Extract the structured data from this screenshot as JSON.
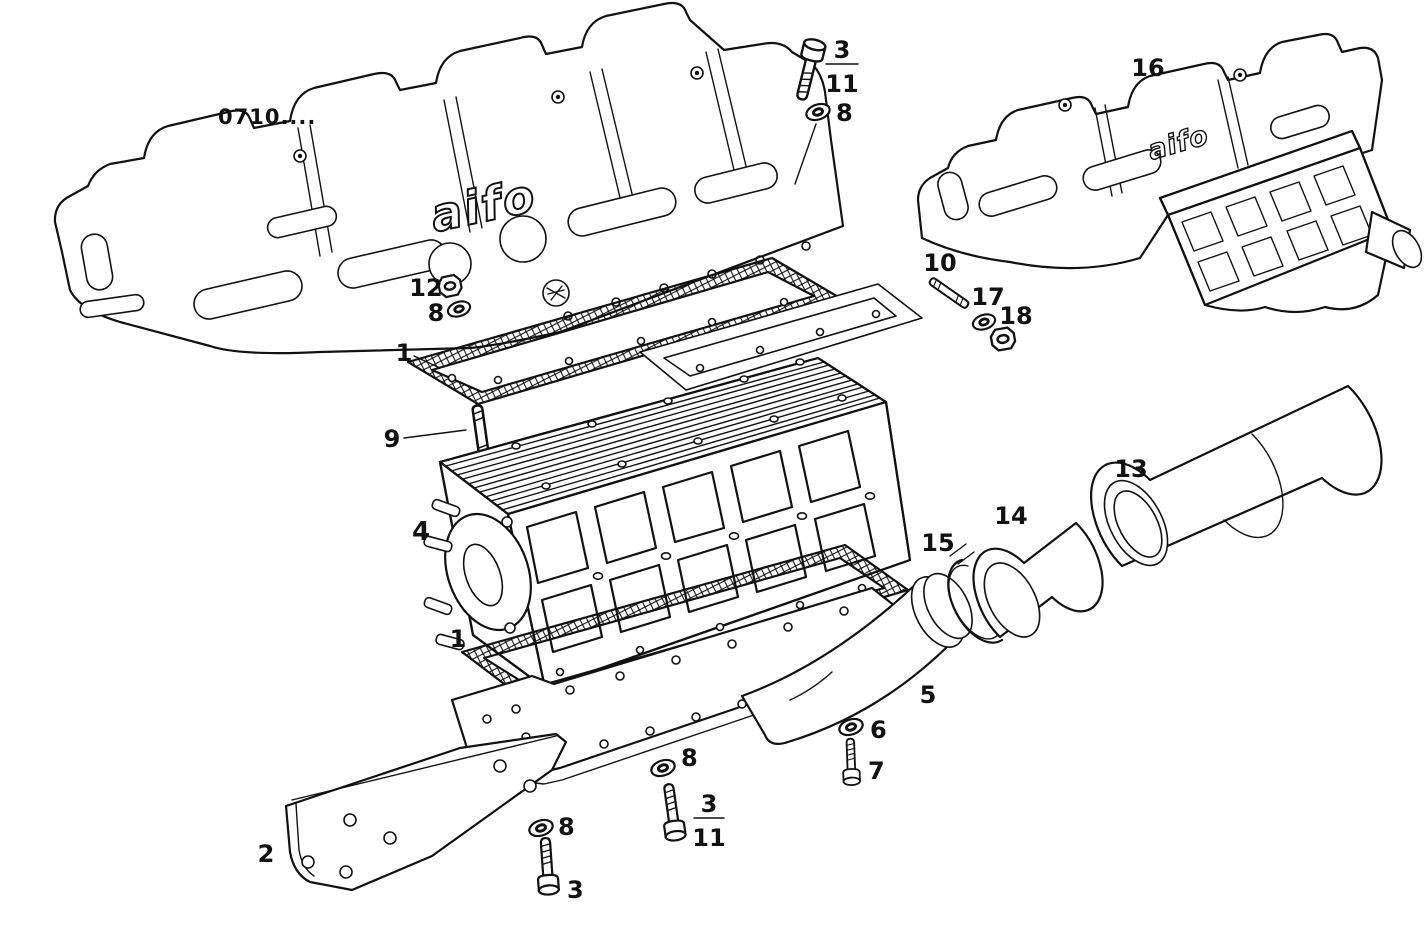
{
  "figure": {
    "model_code": "0710....",
    "brand": "aifo"
  },
  "callouts": {
    "gasket_top": "1",
    "gasket_bottom": "1",
    "bracket": "2",
    "bolt_left": "3",
    "flange": "4",
    "elbow_pipe": "5",
    "washer_6": "6",
    "bolt_7": "7",
    "washer_8_top": "8",
    "washer_8_nut": "8",
    "washer_8_mid": "8",
    "washer_8_left": "8",
    "stud_9": "9",
    "stud_10": "10",
    "nut_12": "12",
    "pipe_13": "13",
    "sleeve_14": "14",
    "clamp_15": "15",
    "assembly_16": "16",
    "washer_17": "17",
    "nut_18": "18",
    "fraction_top": {
      "num": "3",
      "den": "11"
    },
    "fraction_bottom": {
      "num": "3",
      "den": "11"
    }
  }
}
